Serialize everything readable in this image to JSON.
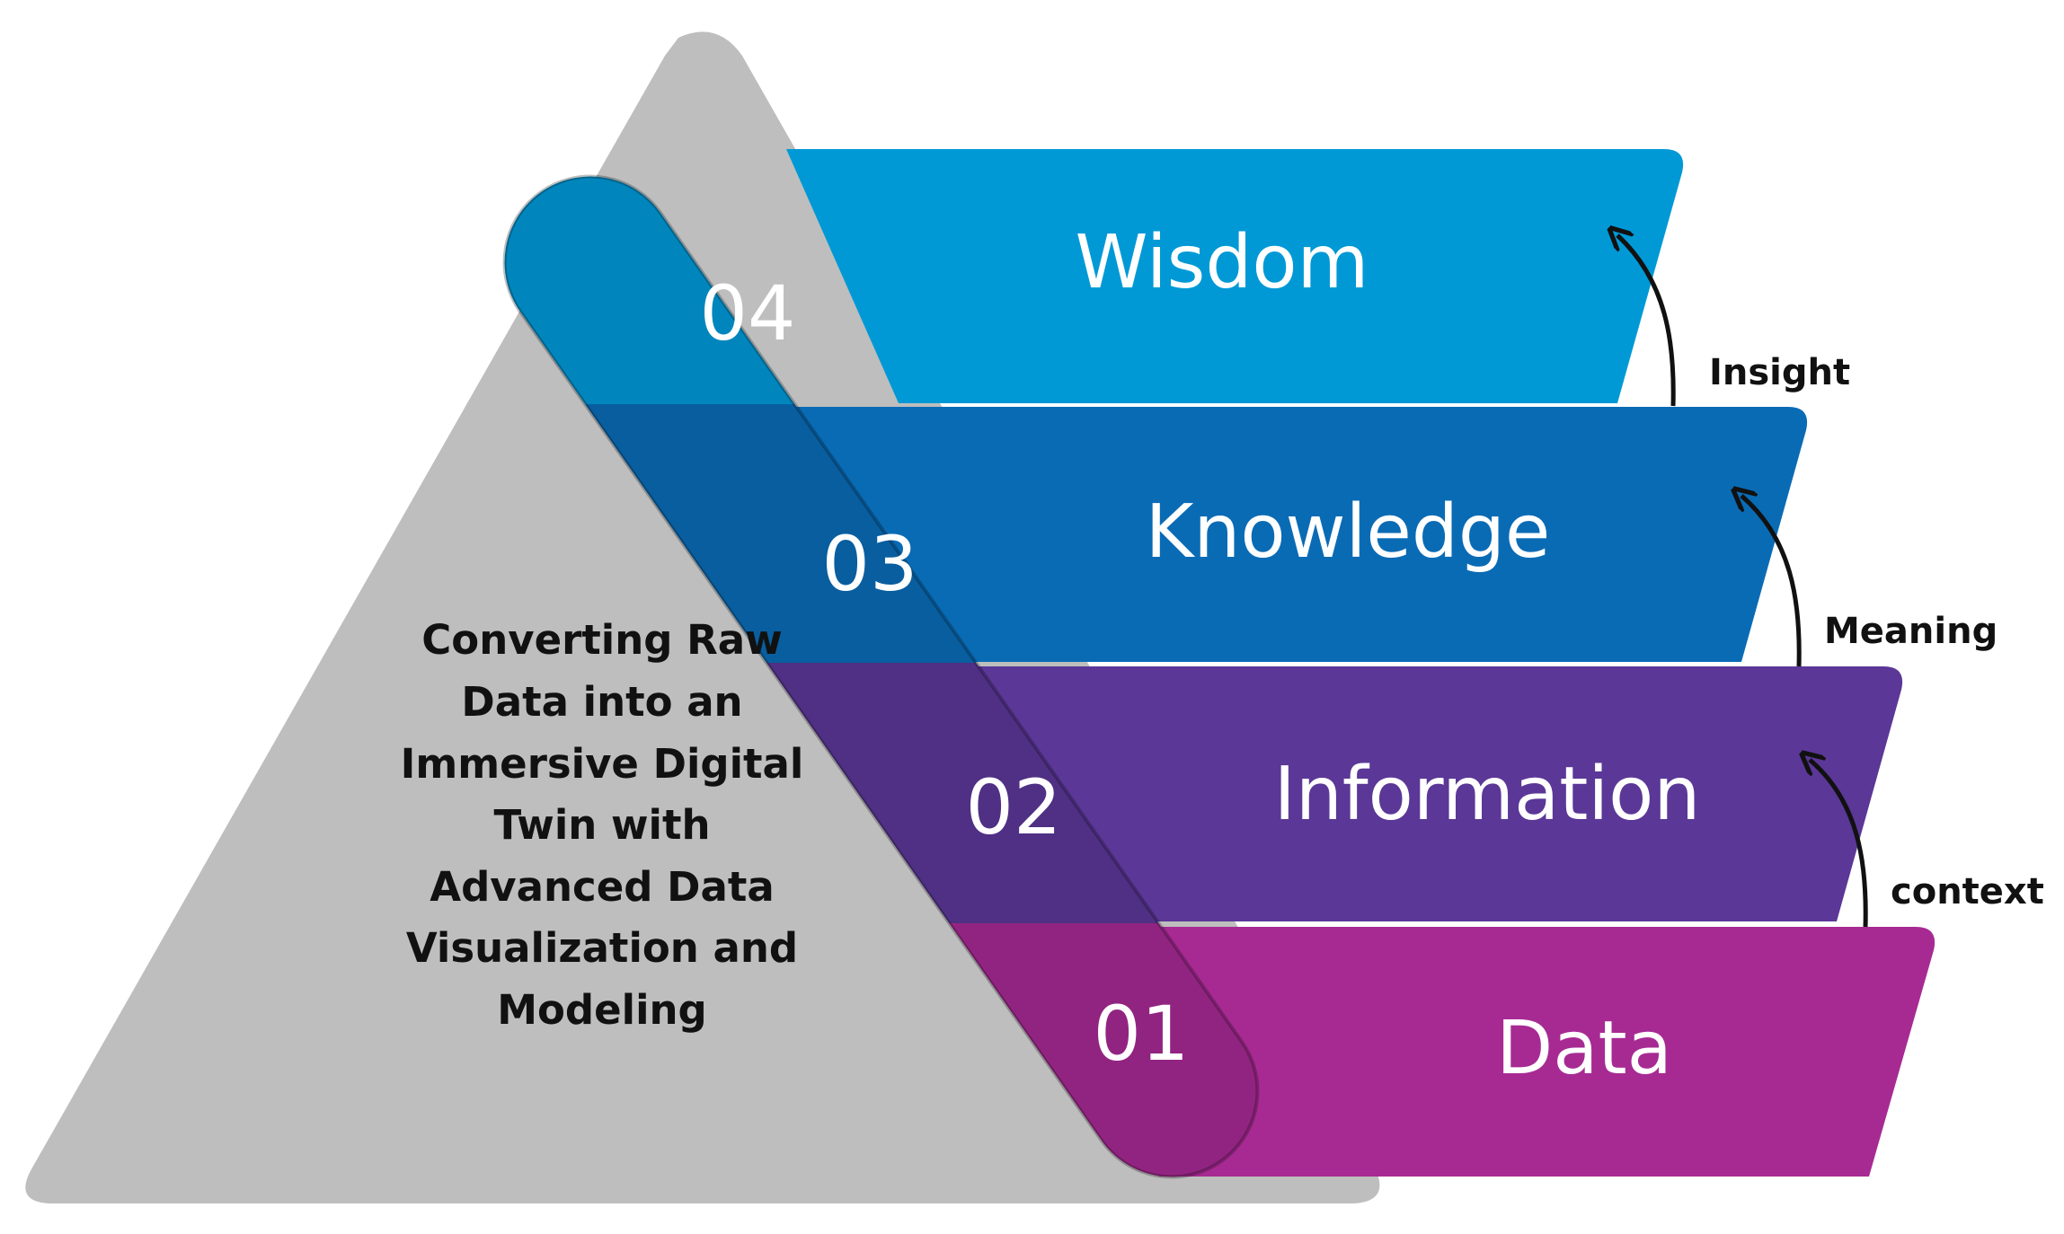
{
  "description": {
    "lines": [
      "Converting Raw",
      "Data into an",
      "Immersive Digital",
      "Twin with",
      "Advanced Data",
      "Visualization and",
      "Modeling"
    ]
  },
  "levels": [
    {
      "number": "04",
      "label": "Wisdom",
      "color": "#0099d6"
    },
    {
      "number": "03",
      "label": "Knowledge",
      "color": "#0a6bb5"
    },
    {
      "number": "02",
      "label": "Information",
      "color": "#5b3797"
    },
    {
      "number": "01",
      "label": "Data",
      "color": "#a72a93"
    }
  ],
  "transitions": [
    {
      "label": "Insight"
    },
    {
      "label": "Meaning"
    },
    {
      "label": "context"
    }
  ],
  "colors": {
    "triangle": "#bebebe",
    "arrow": "#111111",
    "label_text": "#ffffff"
  }
}
